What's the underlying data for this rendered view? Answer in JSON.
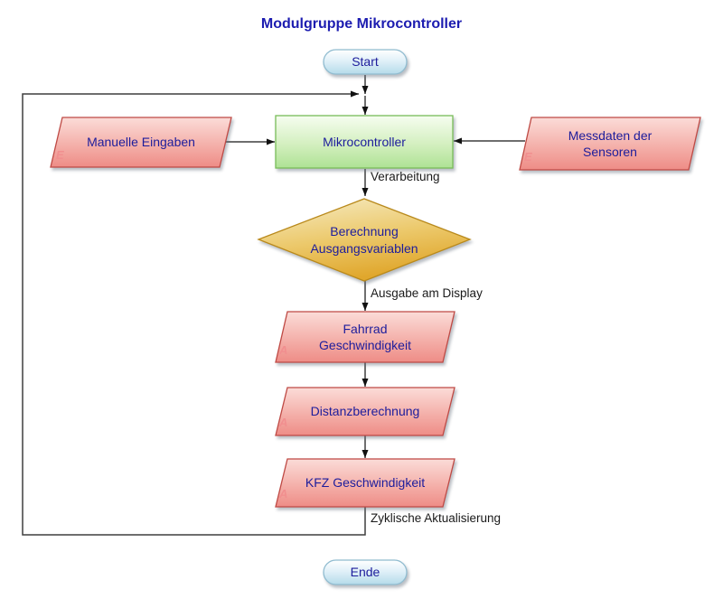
{
  "diagram": {
    "title": "Modulgruppe Mikrocontroller",
    "nodes": {
      "start": {
        "label": "Start"
      },
      "manuelle_eingaben": {
        "label": "Manuelle Eingaben",
        "marker": "E"
      },
      "mikrocontroller": {
        "label": "Mikrocontroller"
      },
      "messdaten_sensoren": {
        "label": "Messdaten der Sensoren",
        "marker": "E"
      },
      "berechnung": {
        "label": "Berechnung Ausgangsvariablen"
      },
      "fahrrad_geschwindigkeit": {
        "label": "Fahrrad Geschwindigkeit",
        "marker": "A"
      },
      "distanzberechnung": {
        "label": "Distanzberechnung",
        "marker": "A"
      },
      "kfz_geschwindigkeit": {
        "label": "KFZ Geschwindigkeit",
        "marker": "A"
      },
      "ende": {
        "label": "Ende"
      }
    },
    "edge_labels": {
      "verarbeitung": "Verarbeitung",
      "ausgabe_am_display": "Ausgabe am Display",
      "zyklische_aktualisierung": "Zyklische Aktualisierung"
    },
    "colors": {
      "title_text": "#1c1cb0",
      "node_text": "#1d1d9c",
      "edge_label_text": "#1a1a1a",
      "marker_text": "#f18f8f",
      "terminator_fill_top": "#ffffff",
      "terminator_fill_bottom": "#b5dbea",
      "terminator_border": "#90bcd0",
      "process_fill_top": "#f6fdf0",
      "process_fill_bottom": "#aee294",
      "process_border": "#79bd59",
      "io_fill_top": "#fbdcd8",
      "io_fill_bottom": "#ee8c86",
      "io_border": "#bf4a45",
      "decision_fill_top": "#f6ecc6",
      "decision_fill_bottom": "#e0a72d",
      "decision_border": "#b9891b",
      "connector": "#3f3f3f"
    }
  }
}
